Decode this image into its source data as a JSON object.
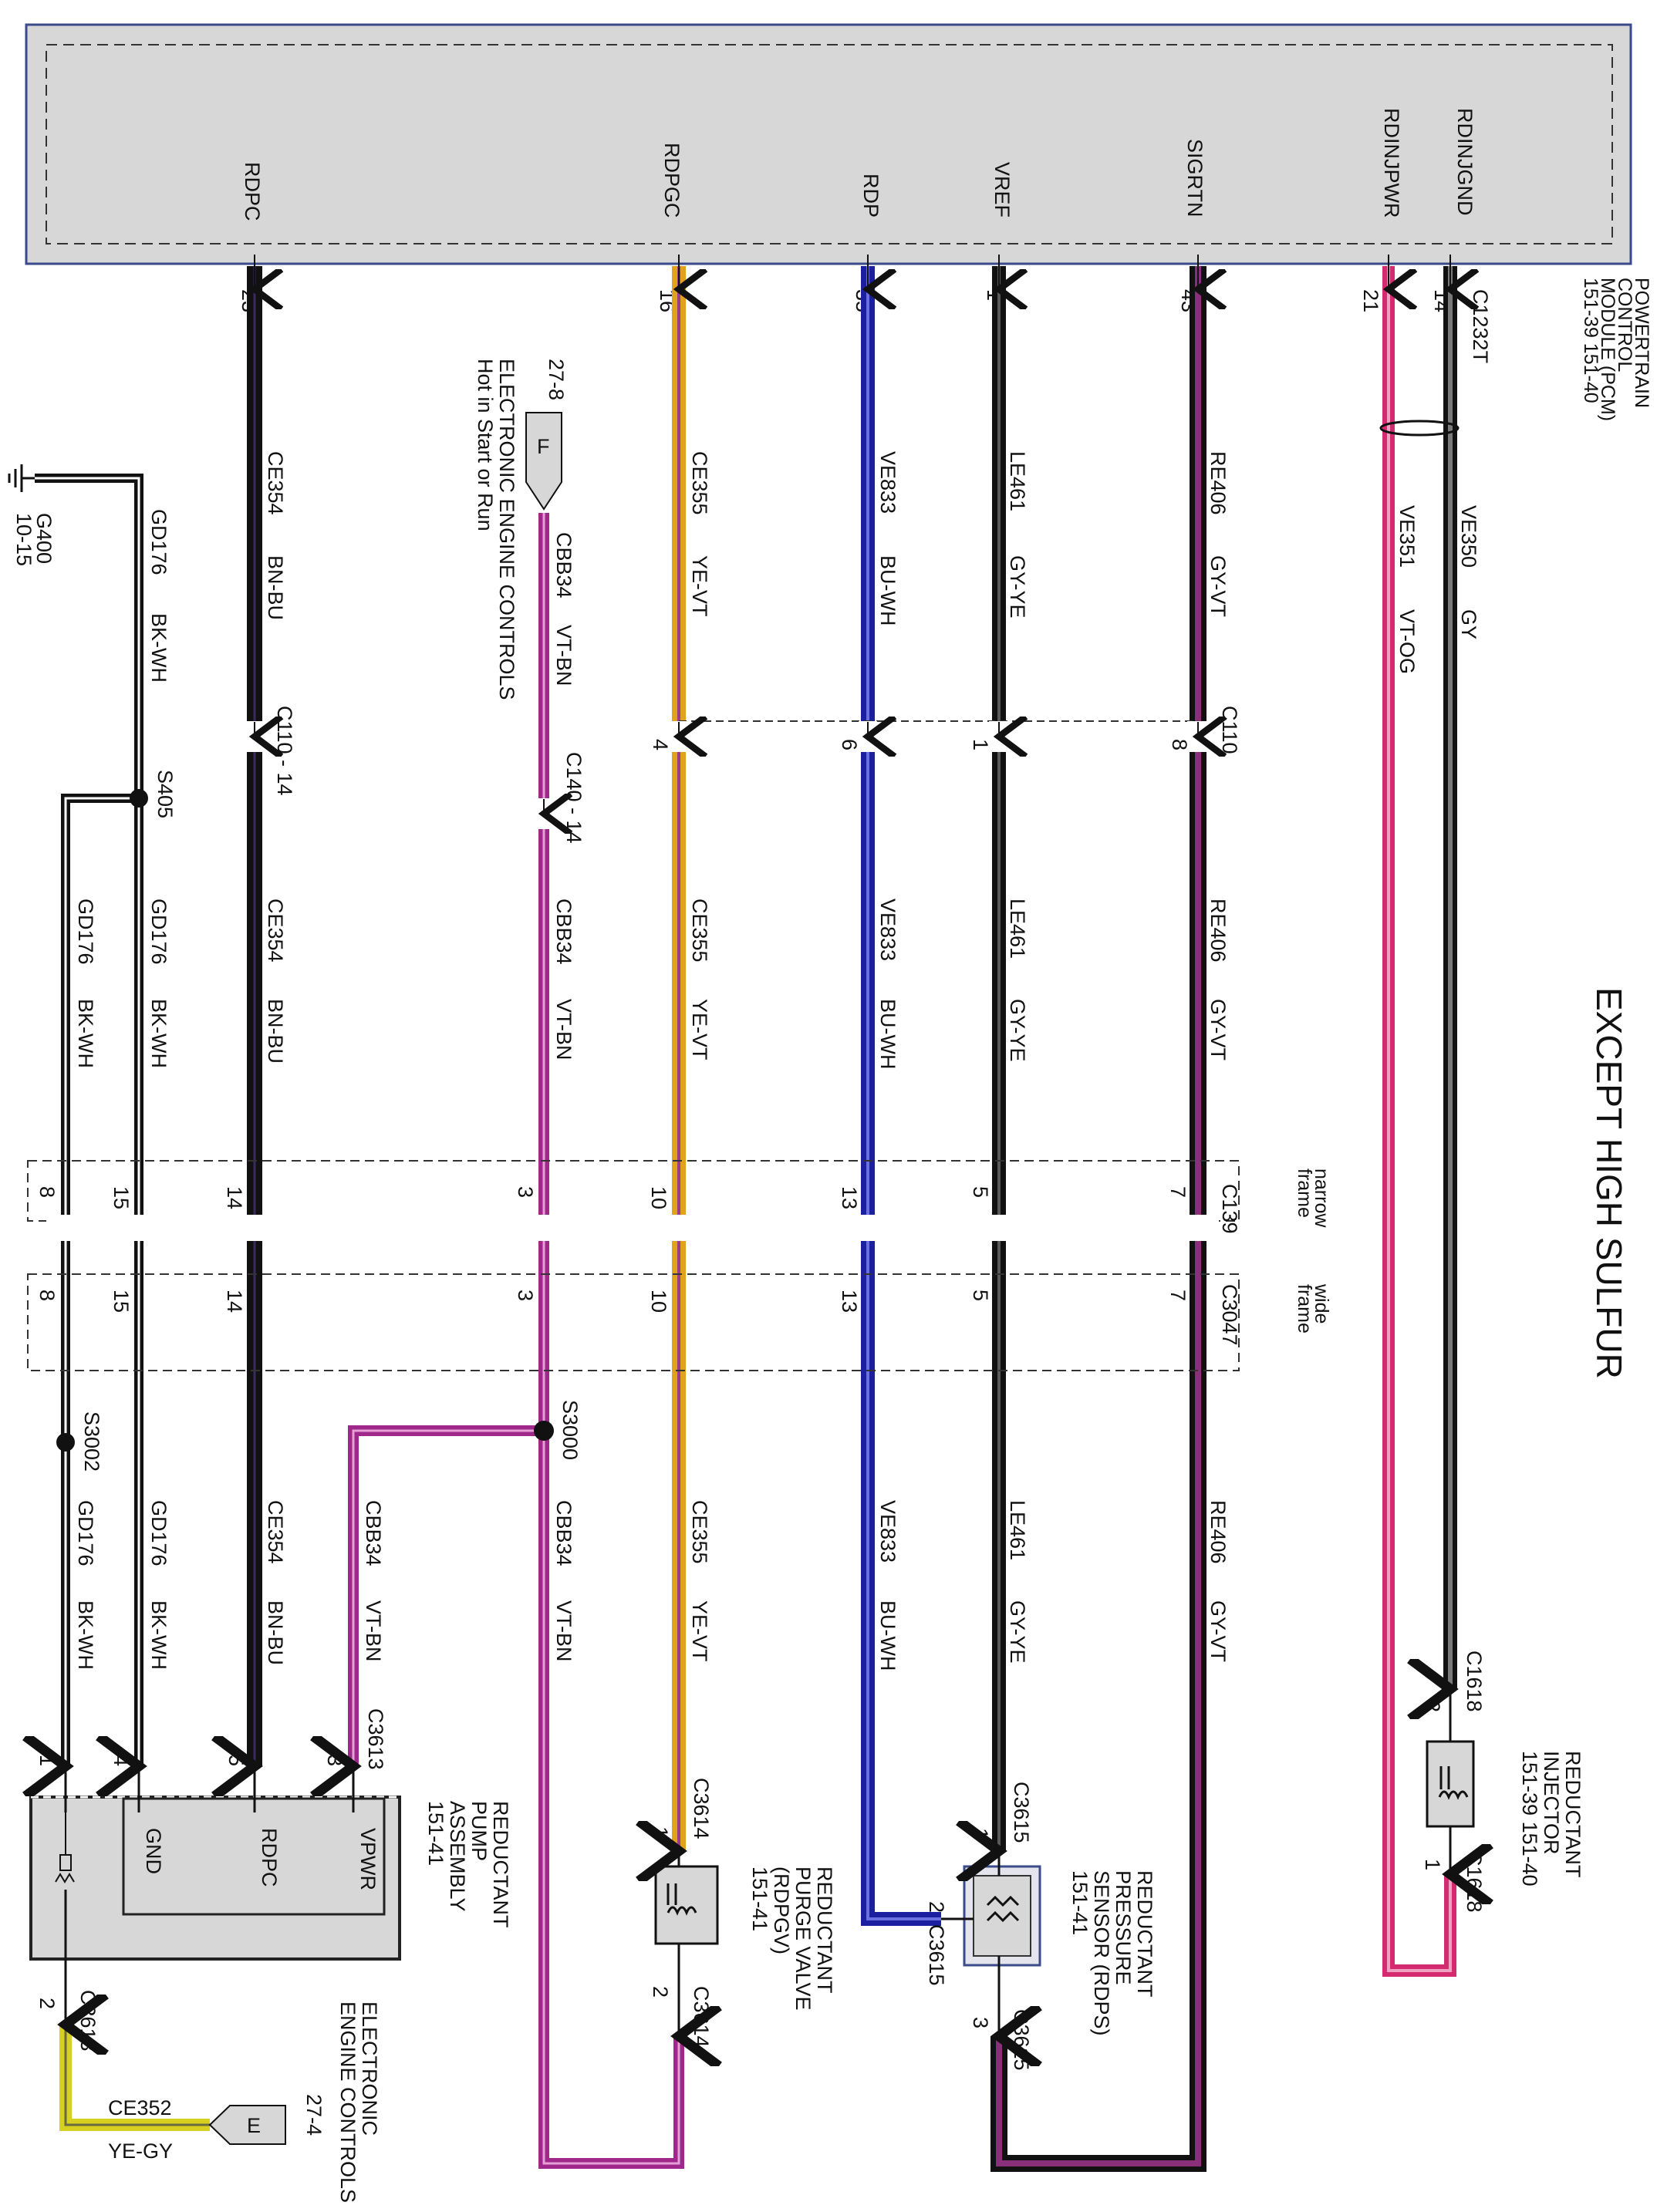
{
  "title": "EXCEPT HIGH SULFUR",
  "pcm": {
    "name_lines": [
      "POWERTRAIN",
      "CONTROL",
      "MODULE (PCM)",
      "151-39   151-40"
    ],
    "connector": "C1232T",
    "pins": {
      "rdinjgnd": "RDINJGND",
      "rdinjpwr": "RDINJPWR",
      "sigrtn": "SIGRTN",
      "vref": "VREF",
      "rdp": "RDP",
      "rdpgc": "RDPGC",
      "rdpc": "RDPC"
    },
    "pin_numbers": {
      "rdinjgnd": "14",
      "rdinjpwr": "21",
      "sigrtn": "43",
      "vref": "1",
      "rdp": "35",
      "rdpgc": "16",
      "rdpc": "23"
    }
  },
  "wires": {
    "ve350": {
      "circuit": "VE350",
      "color": "GY"
    },
    "ve351": {
      "circuit": "VE351",
      "color": "VT-OG"
    },
    "re406": {
      "circuit": "RE406",
      "color": "GY-VT"
    },
    "le461": {
      "circuit": "LE461",
      "color": "GY-YE"
    },
    "ve833": {
      "circuit": "VE833",
      "color": "BU-WH"
    },
    "ce355": {
      "circuit": "CE355",
      "color": "YE-VT"
    },
    "cbb34": {
      "circuit": "CBB34",
      "color": "VT-BN"
    },
    "ce354": {
      "circuit": "CE354",
      "color": "BN-BU"
    },
    "gd176": {
      "circuit": "GD176",
      "color": "BK-WH"
    },
    "ce352": {
      "circuit": "CE352",
      "color": "YE-GY"
    }
  },
  "connectors": {
    "c110": "C110",
    "c110_14": "C110 - 14",
    "c140_14": "C140 - 14",
    "c139": "C139",
    "c3047": "C3047",
    "c1618": "C1618",
    "c3615": "C3615",
    "c3614": "C3614",
    "c3613": "C3613"
  },
  "splices": {
    "s405": "S405",
    "s3000": "S3000",
    "s3002": "S3002"
  },
  "ground": {
    "id": "G400",
    "page": "10-15"
  },
  "frames": {
    "narrow": [
      "narrow",
      "frame"
    ],
    "wide": [
      "wide",
      "frame"
    ]
  },
  "pin_labels": {
    "c110": {
      "re406": "8",
      "le461": "1",
      "ve833": "6",
      "ce355": "4"
    },
    "c139": {
      "re406": "7",
      "le461": "5",
      "ve833": "13",
      "ce355": "10",
      "cbb34": "3",
      "ce354": "14",
      "gd176a": "15",
      "gd176b": "8"
    },
    "c3047": {
      "re406": "7",
      "le461": "5",
      "ve833": "13",
      "ce355": "10",
      "cbb34": "3",
      "ce354": "14",
      "gd176a": "15",
      "gd176b": "8"
    },
    "c1618": {
      "pin2": "2",
      "pin1": "1"
    },
    "c3615": {
      "pin1": "1",
      "pin2": "2",
      "pin3": "3"
    },
    "c3614": {
      "pin1": "1",
      "pin2": "2"
    },
    "c3613": {
      "pin3": "3",
      "pin5": "5",
      "pin4": "4",
      "pin1": "1",
      "pin2": "2"
    }
  },
  "components": {
    "injector": {
      "lines": [
        "REDUCTANT",
        "INJECTOR",
        "151-39   151-40"
      ]
    },
    "rdps": {
      "lines": [
        "REDUCTANT",
        "PRESSURE",
        "SENSOR (RDPS)",
        "151-41"
      ]
    },
    "rdpgv": {
      "lines": [
        "REDUCTANT",
        "PURGE VALVE",
        "(RDPGV)",
        "151-41"
      ]
    },
    "pump": {
      "lines": [
        "REDUCTANT",
        "PUMP",
        "ASSEMBLY",
        "151-41"
      ],
      "pins": {
        "vpwr": "VPWR",
        "rdpc": "RDPC",
        "gnd": "GND"
      }
    }
  },
  "references": {
    "f": {
      "letter": "F",
      "page": "27-8",
      "lines": [
        "ELECTRONIC ENGINE CONTROLS",
        "Hot in Start or Run"
      ]
    },
    "e": {
      "letter": "E",
      "page": "27-4",
      "lines": [
        "ELECTRONIC",
        "ENGINE CONTROLS"
      ]
    }
  }
}
